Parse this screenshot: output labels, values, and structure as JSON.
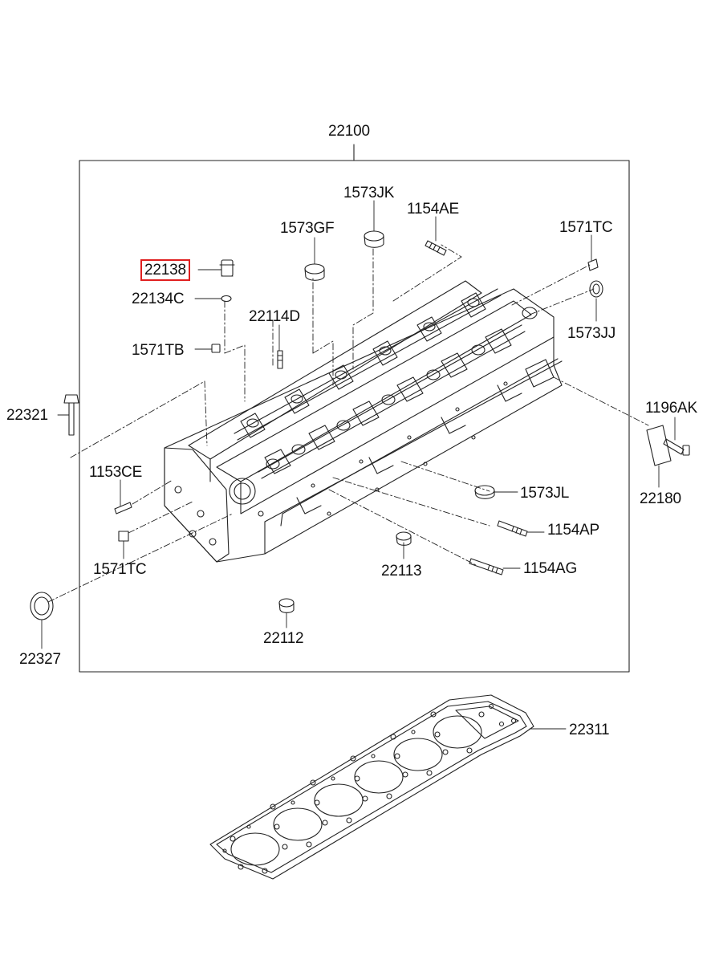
{
  "diagram": {
    "assembly_label": "22100",
    "highlight_color": "#e02020",
    "parts": [
      {
        "id": "1573JK",
        "label": "1573JK"
      },
      {
        "id": "1154AE",
        "label": "1154AE"
      },
      {
        "id": "1573GF",
        "label": "1573GF"
      },
      {
        "id": "1571TC_top",
        "label": "1571TC"
      },
      {
        "id": "22138",
        "label": "22138",
        "highlighted": true
      },
      {
        "id": "22134C",
        "label": "22134C"
      },
      {
        "id": "22114D",
        "label": "22114D"
      },
      {
        "id": "1573JJ",
        "label": "1573JJ"
      },
      {
        "id": "1571TB",
        "label": "1571TB"
      },
      {
        "id": "22321",
        "label": "22321"
      },
      {
        "id": "1196AK",
        "label": "1196AK"
      },
      {
        "id": "1153CE",
        "label": "1153CE"
      },
      {
        "id": "22180",
        "label": "22180"
      },
      {
        "id": "1573JL",
        "label": "1573JL"
      },
      {
        "id": "1154AP",
        "label": "1154AP"
      },
      {
        "id": "1571TC_bottom",
        "label": "1571TC"
      },
      {
        "id": "22113",
        "label": "22113"
      },
      {
        "id": "1154AG",
        "label": "1154AG"
      },
      {
        "id": "22327",
        "label": "22327"
      },
      {
        "id": "22112",
        "label": "22112"
      },
      {
        "id": "22311",
        "label": "22311"
      }
    ]
  }
}
